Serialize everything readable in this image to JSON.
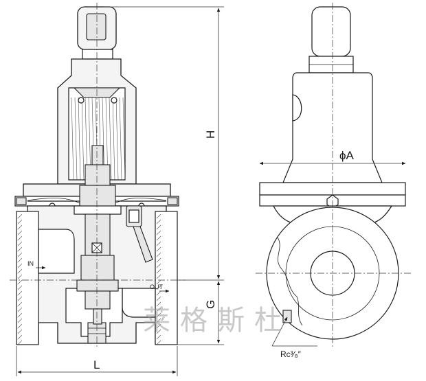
{
  "labels": {
    "height": "H",
    "length": "L",
    "g_dimension": "G",
    "diameter": "ϕA",
    "inlet": "IN",
    "outlet": "OUT",
    "port_thread": "Rc³⁄₈″"
  },
  "watermark": "莱格斯杜",
  "colors": {
    "line": "#1a1a1a",
    "background": "#ffffff",
    "watermark": "#9a9a9a"
  }
}
